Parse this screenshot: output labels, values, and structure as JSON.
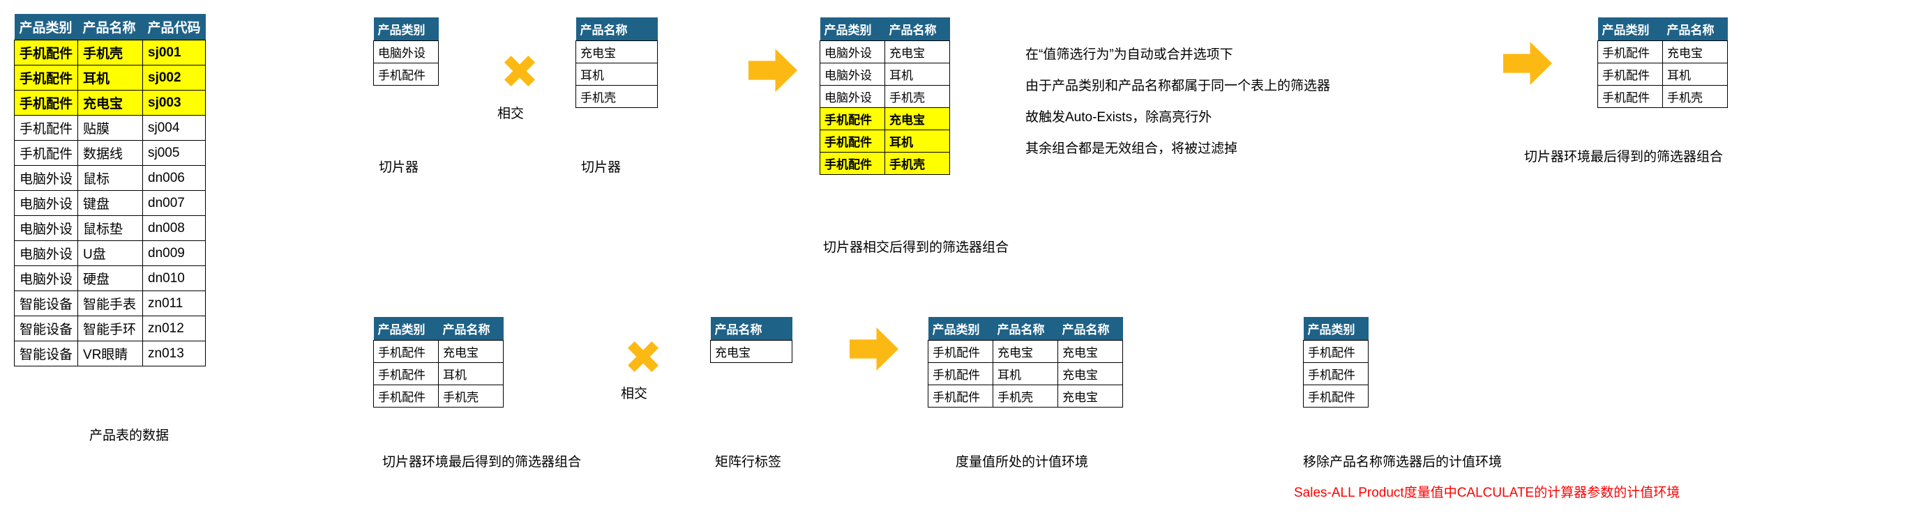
{
  "colors": {
    "header_blue": "#1F6288",
    "highlight_yellow": "#FFFF00",
    "arrow_orange": "#FDB913",
    "red_text": "#FF0000",
    "border_black": "#000000",
    "background": "#FFFFFF"
  },
  "labels": {
    "col_category": "产品类别",
    "col_name": "产品名称",
    "col_code": "产品代码",
    "intersect": "相交"
  },
  "product_table": {
    "caption": "产品表的数据",
    "headers": [
      "产品类别",
      "产品名称",
      "产品代码"
    ],
    "rows": [
      {
        "cells": [
          "手机配件",
          "手机壳",
          "sj001"
        ],
        "highlight": true
      },
      {
        "cells": [
          "手机配件",
          "耳机",
          "sj002"
        ],
        "highlight": true
      },
      {
        "cells": [
          "手机配件",
          "充电宝",
          "sj003"
        ],
        "highlight": true
      },
      {
        "cells": [
          "手机配件",
          "贴膜",
          "sj004"
        ],
        "highlight": false
      },
      {
        "cells": [
          "手机配件",
          "数据线",
          "sj005"
        ],
        "highlight": false
      },
      {
        "cells": [
          "电脑外设",
          "鼠标",
          "dn006"
        ],
        "highlight": false
      },
      {
        "cells": [
          "电脑外设",
          "键盘",
          "dn007"
        ],
        "highlight": false
      },
      {
        "cells": [
          "电脑外设",
          "鼠标垫",
          "dn008"
        ],
        "highlight": false
      },
      {
        "cells": [
          "电脑外设",
          "U盘",
          "dn009"
        ],
        "highlight": false
      },
      {
        "cells": [
          "电脑外设",
          "硬盘",
          "dn010"
        ],
        "highlight": false
      },
      {
        "cells": [
          "智能设备",
          "智能手表",
          "zn011"
        ],
        "highlight": false
      },
      {
        "cells": [
          "智能设备",
          "智能手环",
          "zn012"
        ],
        "highlight": false
      },
      {
        "cells": [
          "智能设备",
          "VR眼睛",
          "zn013"
        ],
        "highlight": false
      }
    ]
  },
  "slicer_category": {
    "caption": "切片器",
    "headers": [
      "产品类别"
    ],
    "rows": [
      {
        "cells": [
          "电脑外设"
        ],
        "highlight": false
      },
      {
        "cells": [
          "手机配件"
        ],
        "highlight": false
      }
    ]
  },
  "slicer_name": {
    "caption": "切片器",
    "headers": [
      "产品名称"
    ],
    "rows": [
      {
        "cells": [
          "充电宝"
        ],
        "highlight": false
      },
      {
        "cells": [
          "耳机"
        ],
        "highlight": false
      },
      {
        "cells": [
          "手机壳"
        ],
        "highlight": false
      }
    ]
  },
  "crossjoin_table": {
    "caption": "切片器相交后得到的筛选器组合",
    "headers": [
      "产品类别",
      "产品名称"
    ],
    "rows": [
      {
        "cells": [
          "电脑外设",
          "充电宝"
        ],
        "highlight": false
      },
      {
        "cells": [
          "电脑外设",
          "耳机"
        ],
        "highlight": false
      },
      {
        "cells": [
          "电脑外设",
          "手机壳"
        ],
        "highlight": false
      },
      {
        "cells": [
          "手机配件",
          "充电宝"
        ],
        "highlight": true
      },
      {
        "cells": [
          "手机配件",
          "耳机"
        ],
        "highlight": true
      },
      {
        "cells": [
          "手机配件",
          "手机壳"
        ],
        "highlight": true
      }
    ]
  },
  "annotation": {
    "line1": "在“值筛选行为”为自动或合并选项下",
    "line2": "由于产品类别和产品名称都属于同一个表上的筛选器",
    "line3": "故触发Auto-Exists，除高亮行外",
    "line4": "其余组合都是无效组合，将被过滤掉"
  },
  "final_slicer_table": {
    "caption": "切片器环境最后得到的筛选器组合",
    "headers": [
      "产品类别",
      "产品名称"
    ],
    "rows": [
      {
        "cells": [
          "手机配件",
          "充电宝"
        ],
        "highlight": false
      },
      {
        "cells": [
          "手机配件",
          "耳机"
        ],
        "highlight": false
      },
      {
        "cells": [
          "手机配件",
          "手机壳"
        ],
        "highlight": false
      }
    ]
  },
  "bottom_slicer_table": {
    "caption": "切片器环境最后得到的筛选器组合",
    "headers": [
      "产品类别",
      "产品名称"
    ],
    "rows": [
      {
        "cells": [
          "手机配件",
          "充电宝"
        ],
        "highlight": false
      },
      {
        "cells": [
          "手机配件",
          "耳机"
        ],
        "highlight": false
      },
      {
        "cells": [
          "手机配件",
          "手机壳"
        ],
        "highlight": false
      }
    ]
  },
  "matrix_row_label_table": {
    "caption": "矩阵行标签",
    "headers": [
      "产品名称"
    ],
    "rows": [
      {
        "cells": [
          "充电宝"
        ],
        "highlight": false
      }
    ]
  },
  "measure_context_table": {
    "caption": "度量值所处的计值环境",
    "headers": [
      "产品类别",
      "产品名称",
      "产品名称"
    ],
    "rows": [
      {
        "cells": [
          "手机配件",
          "充电宝",
          "充电宝"
        ],
        "highlight": false
      },
      {
        "cells": [
          "手机配件",
          "耳机",
          "充电宝"
        ],
        "highlight": false
      },
      {
        "cells": [
          "手机配件",
          "手机壳",
          "充电宝"
        ],
        "highlight": false
      }
    ]
  },
  "removed_filter_table": {
    "caption": "移除产品名称筛选器后的计值环境",
    "caption_red": "Sales-ALL Product度量值中CALCULATE的计算器参数的计值环境",
    "headers": [
      "产品类别"
    ],
    "rows": [
      {
        "cells": [
          "手机配件"
        ],
        "highlight": false
      },
      {
        "cells": [
          "手机配件"
        ],
        "highlight": false
      },
      {
        "cells": [
          "手机配件"
        ],
        "highlight": false
      }
    ]
  }
}
